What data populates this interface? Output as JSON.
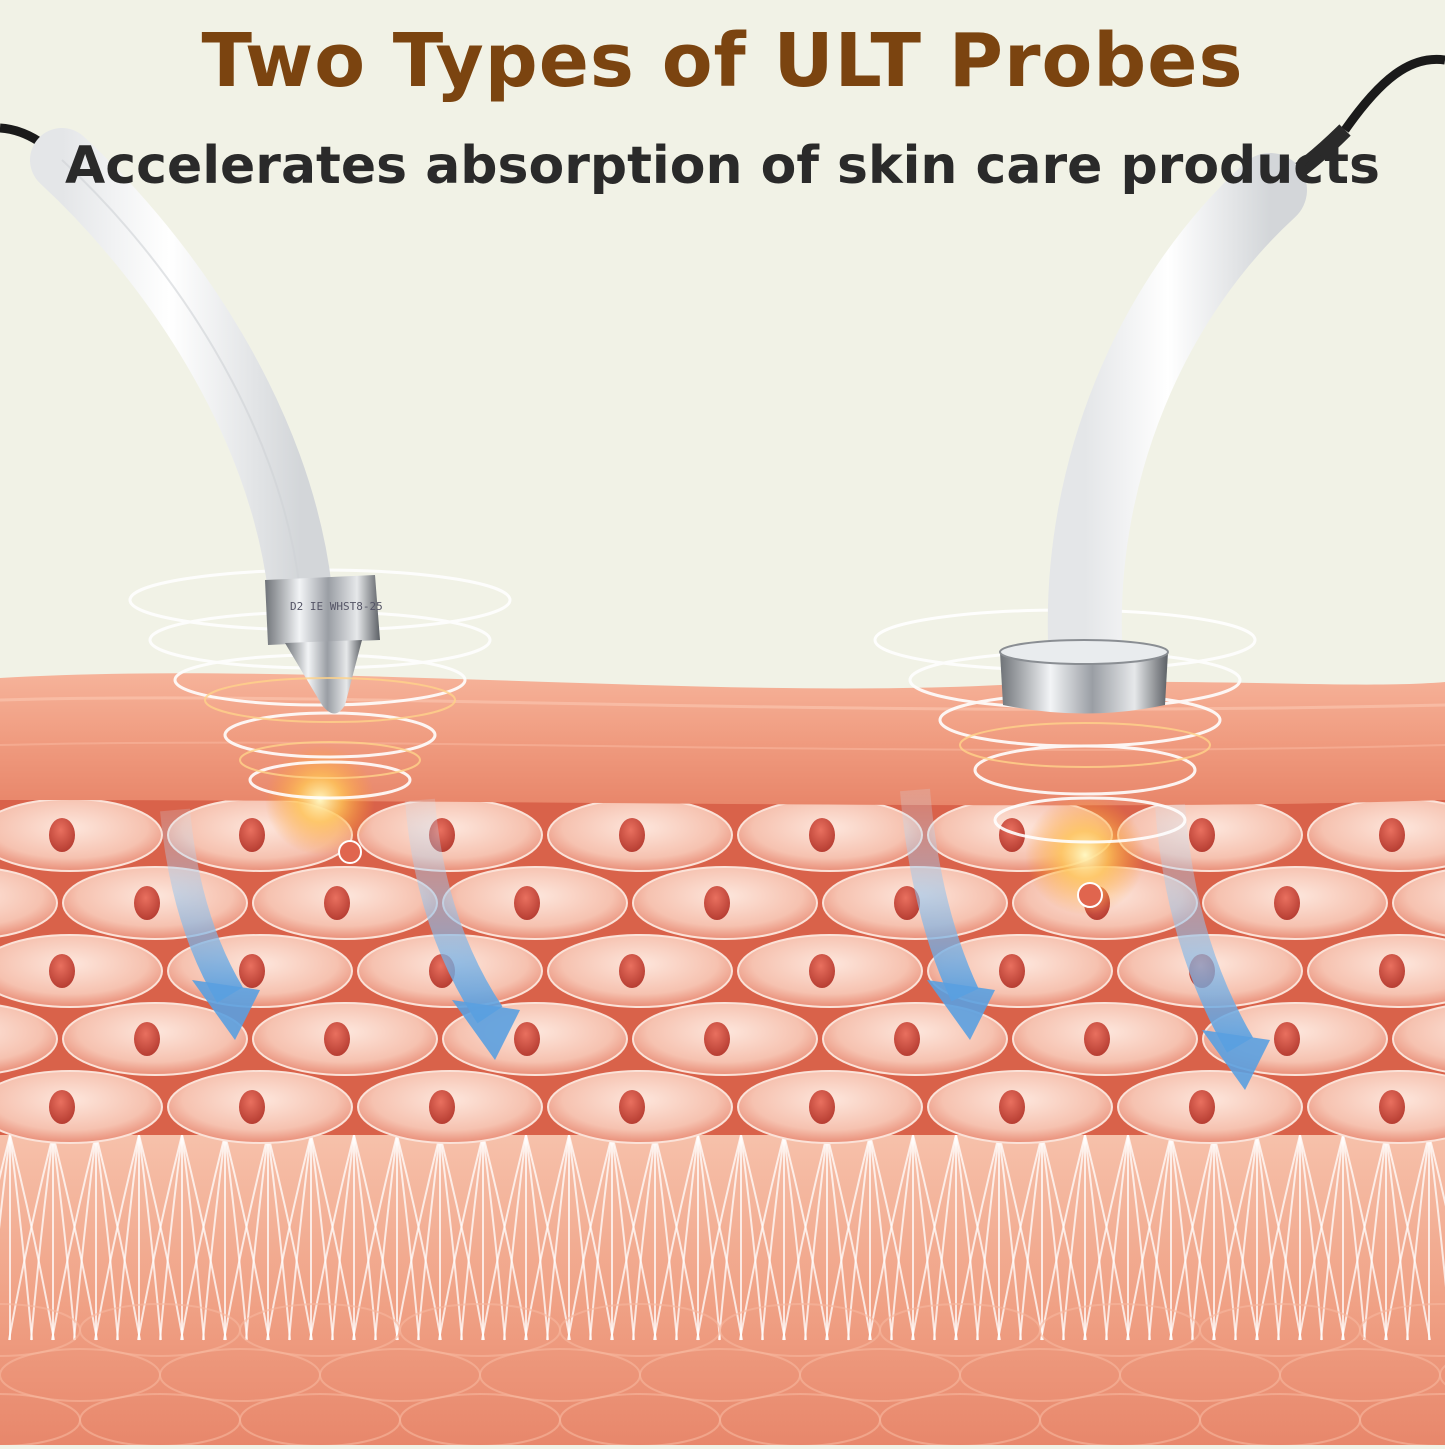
{
  "header": {
    "title": "Two Types of ULT Probes",
    "subtitle": "Accelerates absorption of skin care products"
  },
  "probes": [
    {
      "name": "pointed probe",
      "engraving": "D2 IE WHST8-25"
    },
    {
      "name": "flat probe",
      "engraving": ""
    }
  ],
  "colors": {
    "background": "#f1f2e6",
    "title": "#7b4410",
    "subtitle": "#2a2a2a",
    "skin": "#f2a98c",
    "cell_nucleus": "#c8453a",
    "arrow": "#7fb6e6"
  }
}
